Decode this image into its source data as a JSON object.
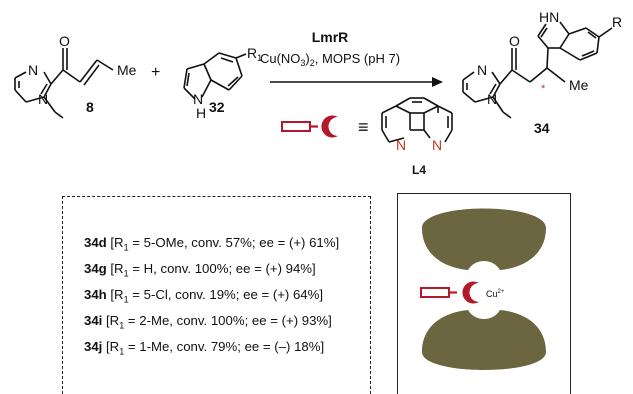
{
  "reaction": {
    "catalyst": "LmrR",
    "conditions_prefix": "Cu(NO",
    "conditions_sub": "3",
    "conditions_mid": ")",
    "conditions_sub2": "2",
    "conditions_suffix": ", MOPS (pH 7)",
    "plus": "+",
    "equiv_symbol": "≡",
    "substrate_label": "8",
    "indole_label": "32",
    "product_label": "34",
    "ligand_label": "L4",
    "methyl": "Me",
    "ketone_O": "O",
    "N": "N",
    "NH": "H",
    "R": "R",
    "R1_base": "R",
    "R1_sub": "1",
    "indole_N": "N",
    "product_HN": "HN",
    "stereo_mark": "*"
  },
  "results": [
    {
      "compound": "34d",
      "r1": "5-OMe",
      "conv": "57%",
      "ee": "(+) 61%"
    },
    {
      "compound": "34g",
      "r1": "H",
      "conv": "100%",
      "ee": "(+) 94%"
    },
    {
      "compound": "34h",
      "r1": "5-Cl",
      "conv": "19%",
      "ee": "(+) 64%"
    },
    {
      "compound": "34i",
      "r1": "2-Me",
      "conv": "100%",
      "ee": "(+) 93%"
    },
    {
      "compound": "34j",
      "r1": "1-Me",
      "conv": "79%",
      "ee": "(–) 18%"
    }
  ],
  "result_text": {
    "open": " [R",
    "sub": "1",
    "eq": " = ",
    "conv_prefix": ", conv. ",
    "ee_prefix": "; ee = ",
    "close": "]"
  },
  "cartoon": {
    "metal_label": "Cu",
    "metal_charge": "2+"
  },
  "colors": {
    "protein": "#6b6540",
    "accent_red": "#b3182b",
    "ink": "#111111"
  }
}
